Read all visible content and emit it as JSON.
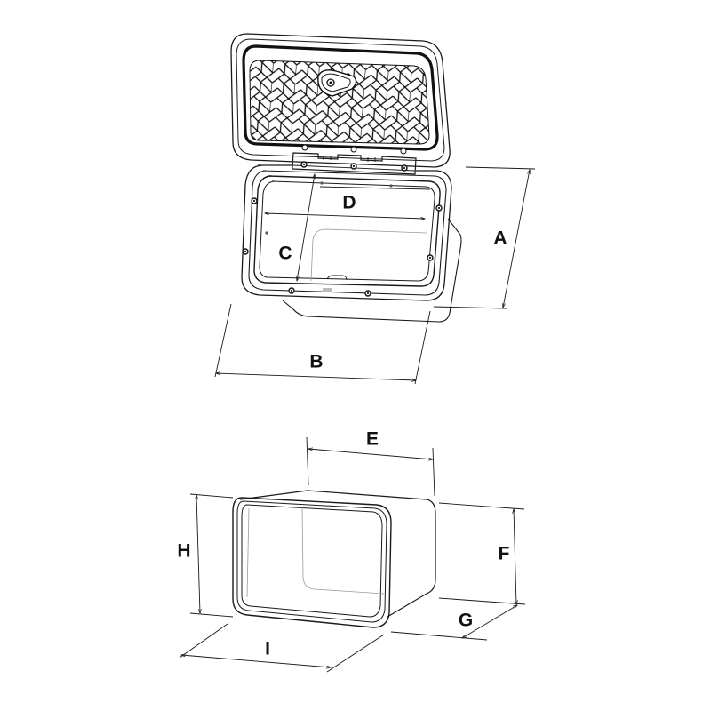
{
  "diagram": {
    "title": "",
    "type": "technical-dimension-drawing",
    "views": [
      {
        "name": "hatch-with-open-lid",
        "dimension_labels": [
          "A",
          "B",
          "C",
          "D"
        ]
      },
      {
        "name": "storage-bin",
        "dimension_labels": [
          "E",
          "F",
          "G",
          "H",
          "I"
        ]
      }
    ]
  },
  "labels": {
    "A": "A",
    "B": "B",
    "C": "C",
    "D": "D",
    "E": "E",
    "F": "F",
    "G": "G",
    "H": "H",
    "I": "I"
  },
  "colors": {
    "line": "#1a1a1a",
    "background": "#ffffff",
    "label": "#111111"
  }
}
